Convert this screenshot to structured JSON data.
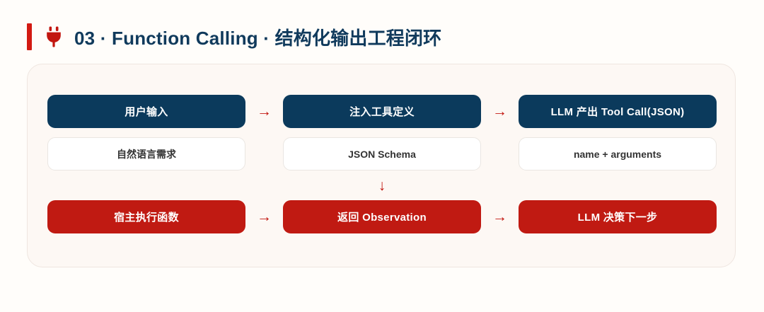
{
  "header": {
    "accent_color": "#d31a12",
    "icon": "plug-icon",
    "title": "03 · Function Calling · 结构化输出工程闭环",
    "title_color": "#103a5c"
  },
  "colors": {
    "navy": "#0b3a5c",
    "red": "#c01a12",
    "arrow": "#c2160f",
    "page_bg": "#fffdfa",
    "panel_bg": "#fdf8f4",
    "card_bg": "#ffffff"
  },
  "flow": {
    "top_row": [
      {
        "step": "用户输入",
        "detail": "自然语言需求"
      },
      {
        "step": "注入工具定义",
        "detail": "JSON Schema"
      },
      {
        "step": "LLM 产出 Tool Call(JSON)",
        "detail": "name + arguments"
      }
    ],
    "bottom_row": [
      {
        "step": "宿主执行函数"
      },
      {
        "step": "返回 Observation"
      },
      {
        "step": "LLM 决策下一步"
      }
    ],
    "arrows": {
      "right": "→",
      "down": "↓"
    }
  }
}
